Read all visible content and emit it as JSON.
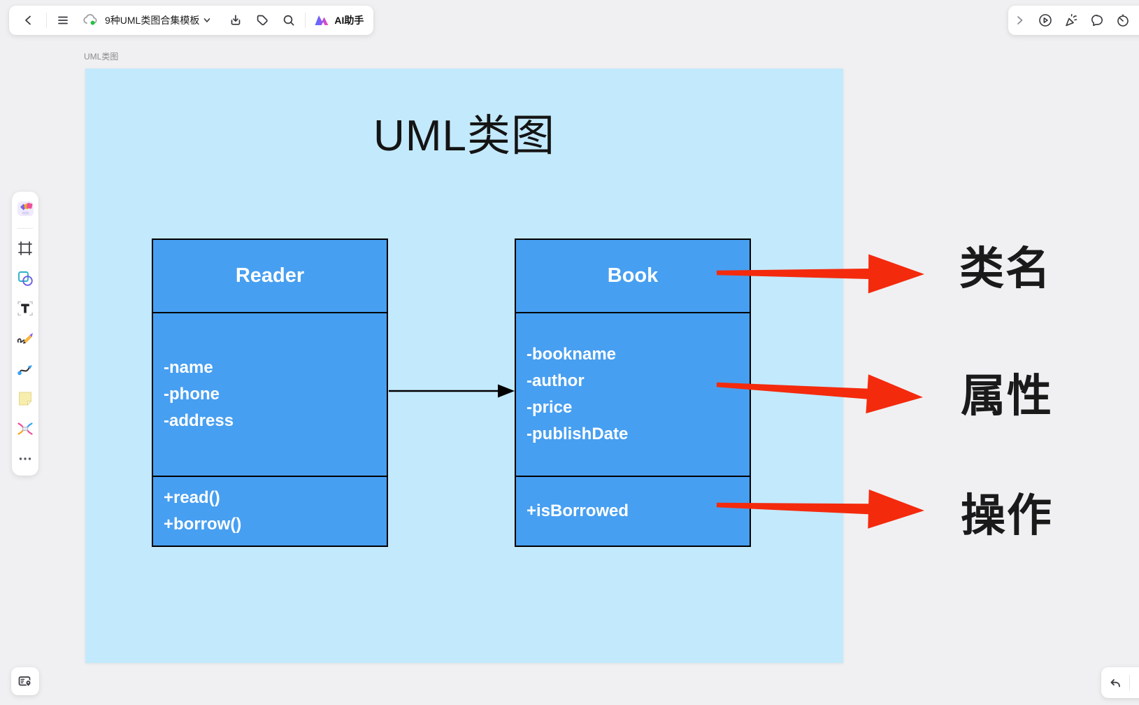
{
  "colors": {
    "page_bg": "#f0f0f2",
    "frame_bg": "#c3e9fc",
    "class_fill": "#479ff1",
    "class_border": "#000000",
    "class_text": "#ffffff",
    "arrow_red": "#f42a0d",
    "connector_black": "#000000",
    "cloud_sync_green": "#23c343"
  },
  "top_left_toolbar": {
    "back_icon": "chevron-left-icon",
    "menu_icon": "hamburger-menu-icon",
    "sync_icon": "cloud-synced-icon",
    "doc_title": "9种UML类图合集模板",
    "title_dropdown_icon": "chevron-down-icon",
    "icons": [
      "download-icon",
      "tag-icon",
      "search-icon"
    ],
    "ai_logo": "ai-assistant-logo",
    "ai_label": "AI助手"
  },
  "top_right_toolbar": {
    "icons": [
      "chevron-right-icon",
      "play-circle-icon",
      "celebrate-icon",
      "comment-icon",
      "timer-icon"
    ]
  },
  "left_sidebar": {
    "items": [
      "templates-icon",
      "frame-icon",
      "shapes-icon",
      "text-icon",
      "pen-icon",
      "connector-icon",
      "sticky-note-icon",
      "mindmap-icon",
      "more-icon"
    ]
  },
  "canvas": {
    "frame_label": "UML类图",
    "title": "UML类图",
    "classes": [
      {
        "name": "Reader",
        "attributes": [
          "-name",
          "-phone",
          "-address"
        ],
        "operations": [
          "+read()",
          "+borrow()"
        ]
      },
      {
        "name": "Book",
        "attributes": [
          "-bookname",
          "-author",
          "-price",
          "-publishDate"
        ],
        "operations": [
          "+isBorrowed"
        ]
      }
    ],
    "annotations": [
      {
        "label": "类名"
      },
      {
        "label": "属性"
      },
      {
        "label": "操作"
      }
    ]
  },
  "bottom_bar": {
    "left_icon": "frames-map-icon",
    "right_icons": [
      "undo-icon"
    ]
  }
}
